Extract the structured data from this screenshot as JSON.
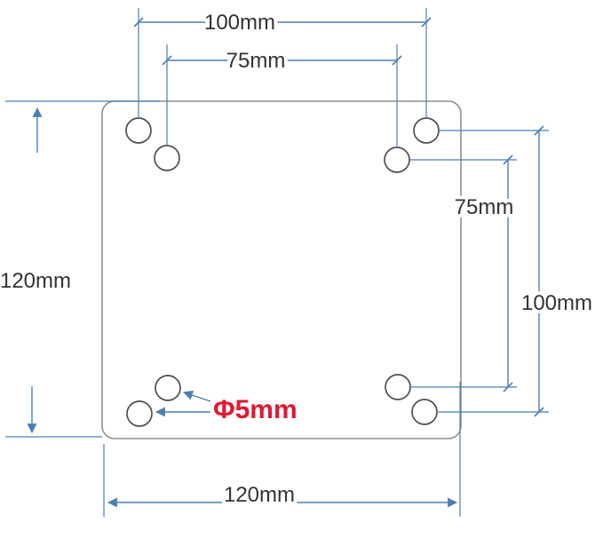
{
  "diagram": {
    "type": "technical-dimension-drawing",
    "subject": "square mounting plate with 8 screw holes",
    "dimensions": {
      "top_hole_spacing_outer": "100mm",
      "top_hole_spacing_inner": "75mm",
      "right_hole_spacing_inner": "75mm",
      "right_hole_spacing_outer": "100mm",
      "plate_height": "120mm",
      "plate_width": "120mm",
      "hole_diameter": "Φ5mm"
    },
    "colors": {
      "dimension": "#4b7fb3",
      "plate": "#8f8f8f",
      "hole": "#4f4f4f",
      "label": "#333333",
      "callout": "#e11931",
      "background": "#ffffff"
    }
  }
}
